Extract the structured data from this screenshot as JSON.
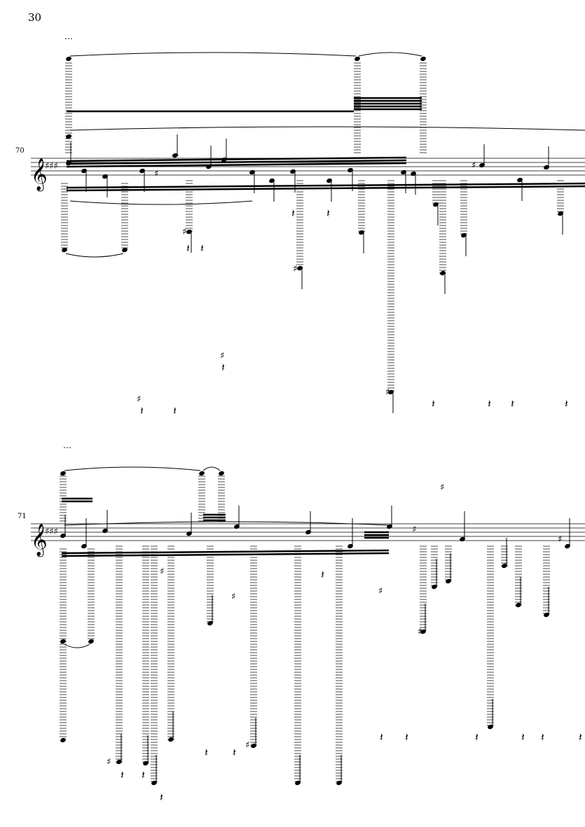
{
  "page": {
    "number": "30"
  },
  "systems": [
    {
      "measure_number": "70"
    },
    {
      "measure_number": "71"
    }
  ],
  "colors": {
    "ink": "#000000",
    "paper": "#ffffff"
  }
}
